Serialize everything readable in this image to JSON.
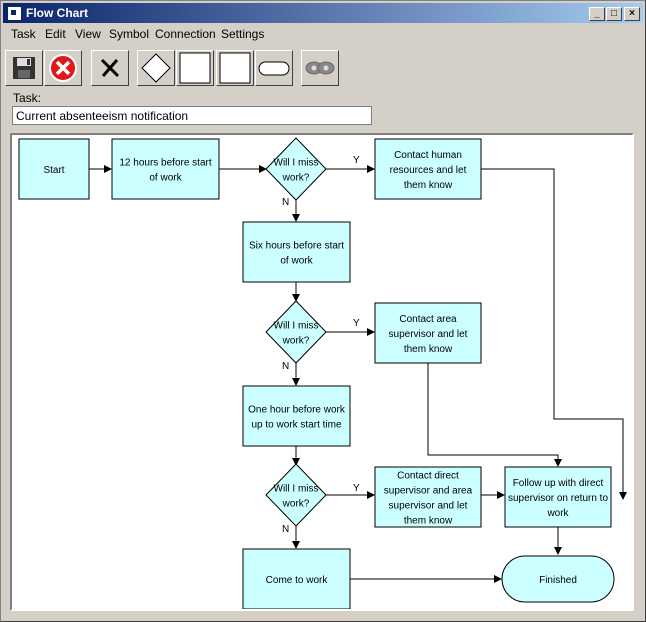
{
  "window": {
    "title": "Flow Chart",
    "minimize": "_",
    "maximize": "□",
    "close": "×"
  },
  "menu": [
    "Task",
    "Edit",
    "View",
    "Symbol",
    "Connection",
    "Settings"
  ],
  "toolbar": {
    "tools": [
      {
        "name": "save-button",
        "icon": "floppy-disk-icon"
      },
      {
        "name": "delete-button",
        "icon": "red-x-circle-icon"
      },
      {
        "name": "cut-connection-button",
        "icon": "black-x-icon"
      },
      {
        "name": "decision-symbol-button",
        "icon": "diamond-icon"
      },
      {
        "name": "process-symbol-button",
        "icon": "square-icon"
      },
      {
        "name": "process-symbol-button-2",
        "icon": "square-icon"
      },
      {
        "name": "terminal-symbol-button",
        "icon": "rounded-rect-icon"
      },
      {
        "name": "connection-button",
        "icon": "link-icon"
      }
    ]
  },
  "task": {
    "label": "Task:",
    "value": "Current absenteeism notification"
  },
  "flowchart": {
    "nodes": {
      "start": [
        "Start"
      ],
      "h12": [
        "12 hours before start",
        "of work"
      ],
      "d1": [
        "Will I miss",
        "work?"
      ],
      "hr": [
        "Contact human",
        "resources and let",
        "them know"
      ],
      "h6": [
        "Six hours before start",
        "of work"
      ],
      "d2": [
        "Will I miss",
        "work?"
      ],
      "area": [
        "Contact area",
        "supervisor and let",
        "them know"
      ],
      "h1": [
        "One hour before work",
        "up to work start time"
      ],
      "d3": [
        "Will I miss",
        "work?"
      ],
      "direct": [
        "Contact direct",
        "supervisor and area",
        "supervisor and let",
        "them know"
      ],
      "follow": [
        "Follow up with direct",
        "supervisor on return to",
        "work"
      ],
      "come": [
        "Come to work"
      ],
      "finished": [
        "Finished"
      ]
    },
    "labels": {
      "yes": "Y",
      "no": "N"
    },
    "colors": {
      "fill": "#ccffff",
      "stroke": "#000000"
    }
  }
}
